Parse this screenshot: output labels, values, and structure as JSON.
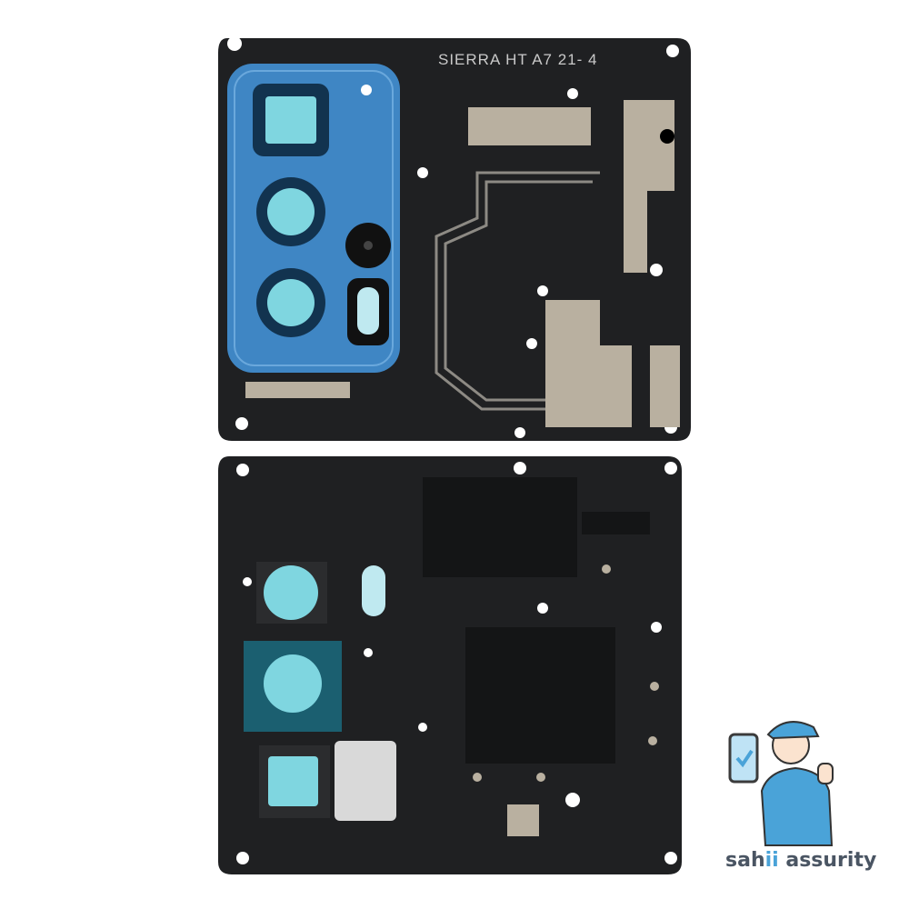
{
  "product": {
    "top_plate_engraving": "SIERRA  HT  A7  21-     4",
    "plate_color": "#1f2022",
    "camera_cover_color": "#3f86c4",
    "lens_glass_color": "#7fd6e0",
    "shield_tape_color": "#b9b0a0"
  },
  "logo": {
    "text_prefix": "sah",
    "text_highlight": "ii",
    "text_suffix": " assurity",
    "text_color": "#4a5563",
    "accent_color": "#4aa3d8"
  }
}
